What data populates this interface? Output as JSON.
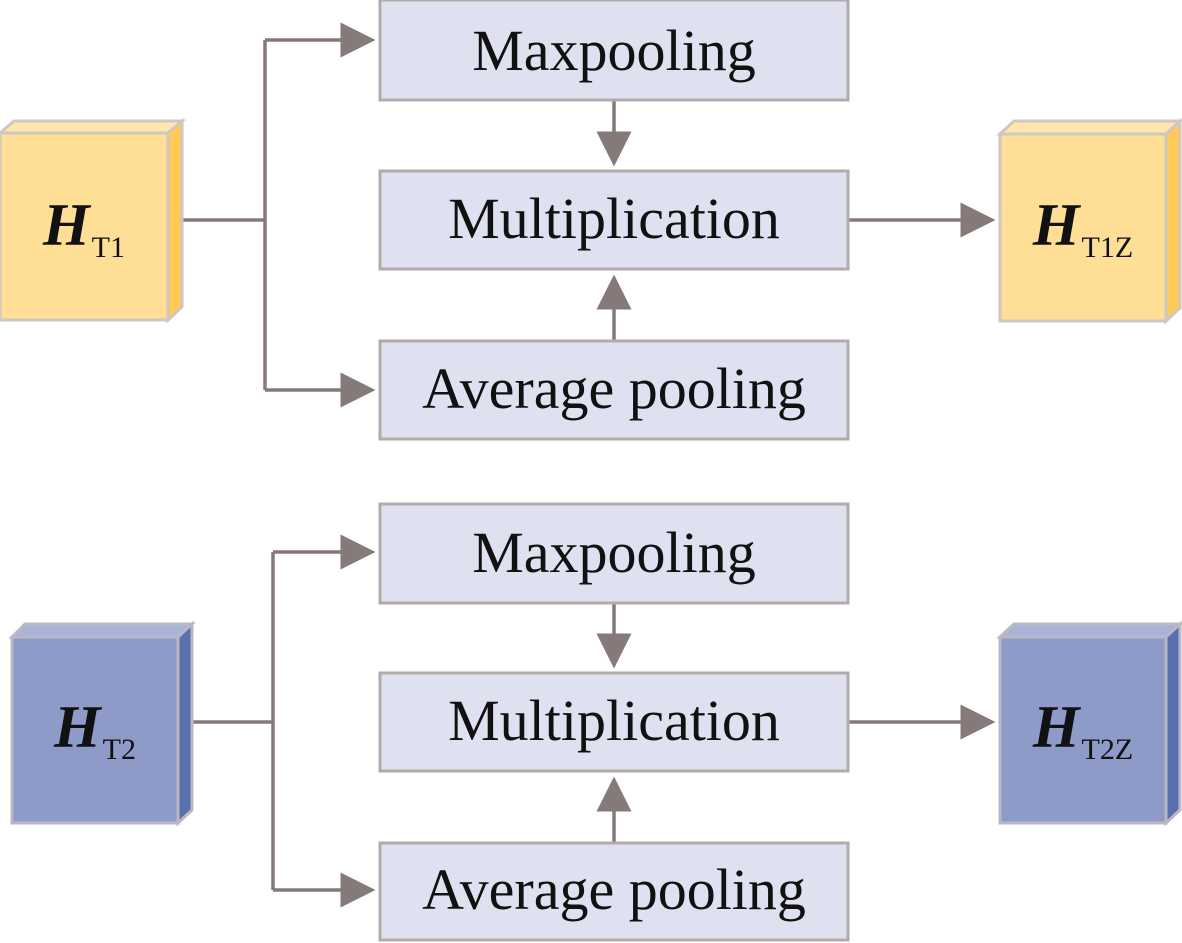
{
  "colors": {
    "box_fill": "#dfe1f0",
    "box_stroke": "#b3abab",
    "arrow": "#85797a",
    "yellow_front": "#ffde95",
    "yellow_top": "#ffe6ad",
    "yellow_side": "#ffca55",
    "yellow_edge": "#cfc7c0",
    "blue_front": "#8e9ac8",
    "blue_top": "#a9b3d7",
    "blue_side": "#5a6fae",
    "blue_edge": "#b8b8c4"
  },
  "top": {
    "input": {
      "main": "H",
      "sub": "T1"
    },
    "box_max": "Maxpooling",
    "box_mult": "Multiplication",
    "box_avg": "Average pooling",
    "output": {
      "main": "H",
      "sub": "T1Z"
    }
  },
  "bottom": {
    "input": {
      "main": "H",
      "sub": "T2"
    },
    "box_max": "Maxpooling",
    "box_mult": "Multiplication",
    "box_avg": "Average pooling",
    "output": {
      "main": "H",
      "sub": "T2Z"
    }
  }
}
